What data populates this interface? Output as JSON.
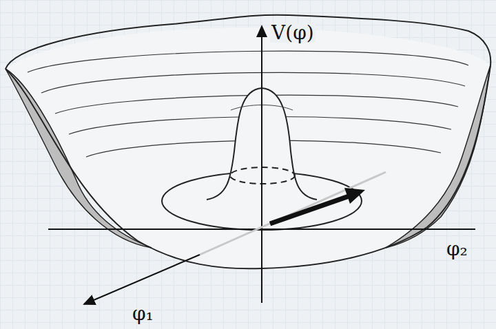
{
  "diagram": {
    "labels": [
      "V(φ)",
      "φ₁",
      "φ₂"
    ]
  }
}
